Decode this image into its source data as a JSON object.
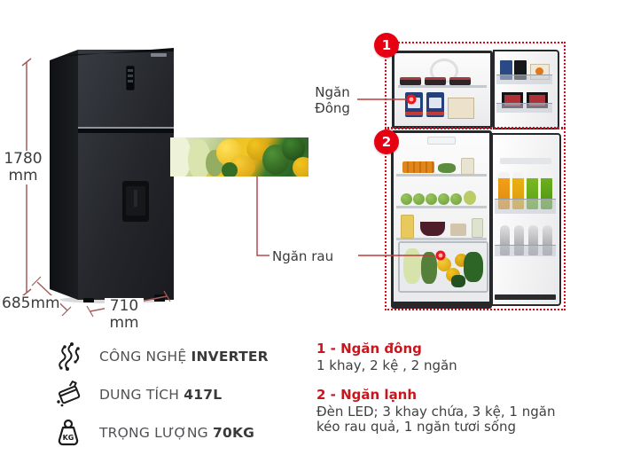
{
  "colors": {
    "accent_red": "#e60012",
    "legend_red": "#c9161d",
    "dimension_line": "#a35b5b",
    "text_dark": "#3c3c3e"
  },
  "dimensions": {
    "height_value": "1780",
    "height_unit": "mm",
    "depth": "685mm",
    "width_value": "710",
    "width_unit": "mm"
  },
  "callouts": {
    "freezer_line1": "Ngăn",
    "freezer_line2": "Đông",
    "veg_drawer": "Ngăn rau",
    "badge_freezer": "1",
    "badge_fridge": "2"
  },
  "features": [
    {
      "icon": "inverter-circuit-icon",
      "prefix": "CÔNG NGHỆ ",
      "bold": "INVERTER"
    },
    {
      "icon": "capacity-tank-icon",
      "prefix": "DUNG TÍCH ",
      "bold": "417L"
    },
    {
      "icon": "weight-kg-icon",
      "prefix": "TRỌNG LƯỢNG ",
      "bold": "70KG",
      "icon_label": "KG"
    }
  ],
  "legend": [
    {
      "title": "1 - Ngăn đông",
      "desc": "1 khay, 2 kệ , 2 ngăn"
    },
    {
      "title": "2 - Ngăn lạnh",
      "desc": "Đèn LED; 3 khay chứa, 3 kệ, 1 ngăn kéo rau quả, 1 ngăn tươi sống"
    }
  ]
}
